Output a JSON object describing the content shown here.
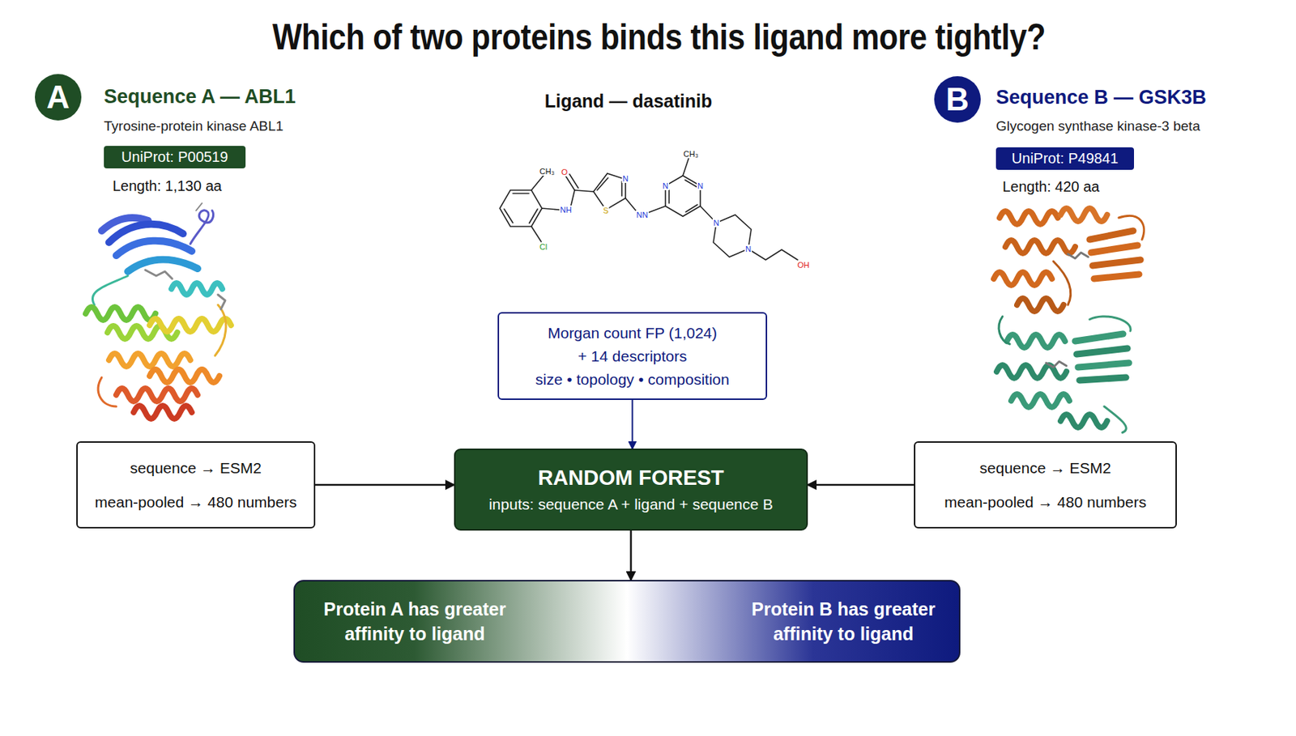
{
  "diagram": {
    "title": "Which of two proteins binds this ligand more tightly?",
    "nodes": [
      {
        "text": [
          "A"
        ]
      },
      {
        "text": [
          "UniProt: P00519"
        ]
      },
      {
        "text": [
          "B"
        ]
      },
      {
        "text": [
          "UniProt: P49841"
        ]
      },
      {
        "text": [
          "Morgan count FP (1,024)",
          "+ 14 descriptors",
          "size • topology • composition"
        ]
      },
      {
        "text": [
          "sequence → ESM2",
          "mean-pooled → 480 numbers"
        ]
      },
      {
        "text": [
          "RANDOM FOREST",
          "inputs: sequence A + ligand + sequence B"
        ]
      },
      {
        "text": [
          "sequence → ESM2",
          "mean-pooled → 480 numbers"
        ]
      },
      {
        "text": [
          "Protein A has greater affinity to ligand",
          "Protein B has greater affinity to ligand"
        ]
      }
    ],
    "edges": [
      {
        "from": 4,
        "to": 6,
        "arrow": "to"
      },
      {
        "from": 5,
        "to": 6,
        "arrow": "to"
      },
      {
        "from": 7,
        "to": 6,
        "arrow": "to"
      },
      {
        "from": 6,
        "to": 8,
        "arrow": "to"
      }
    ],
    "labels": [
      "Sequence A — ABL1",
      "Tyrosine-protein kinase ABL1",
      "Length: 1,130 aa",
      "Ligand — dasatinib",
      "CH₃",
      "O",
      "NH",
      "N",
      "S",
      "NN",
      "CH₃",
      "N",
      "N",
      "N",
      "N",
      "Cl",
      "OH",
      "Sequence B — GSK3B",
      "Glycogen synthase kinase-3 beta",
      "Length: 420 aa"
    ]
  }
}
